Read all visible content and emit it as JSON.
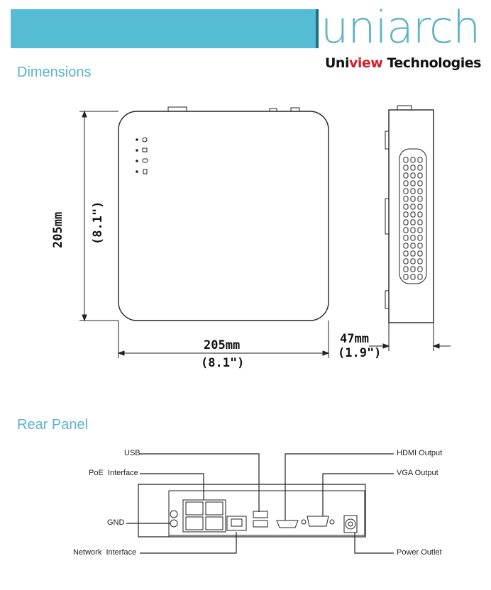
{
  "header": {
    "logo_text": "uniarch",
    "tagline_prefix": "Uni",
    "tagline_highlight": "view",
    "tagline_suffix": " Technologies"
  },
  "sections": {
    "dimensions": "Dimensions",
    "rear_panel": "Rear Panel"
  },
  "dimensions": {
    "height_mm": "205mm",
    "height_in": "(8.1\")",
    "width_mm": "205mm",
    "width_in": "(8.1\")",
    "depth_mm": "47mm",
    "depth_in": "(1.9\")"
  },
  "rear_labels": {
    "usb": "USB",
    "poe": "PoE  Interface",
    "gnd": "GND",
    "network": "Network  Interface",
    "hdmi": "HDMI Output",
    "vga": "VGA Output",
    "power": "Power Outlet"
  },
  "colors": {
    "banner": "#55bcd4",
    "accent": "#5ab4cc",
    "red": "#d0202a"
  }
}
